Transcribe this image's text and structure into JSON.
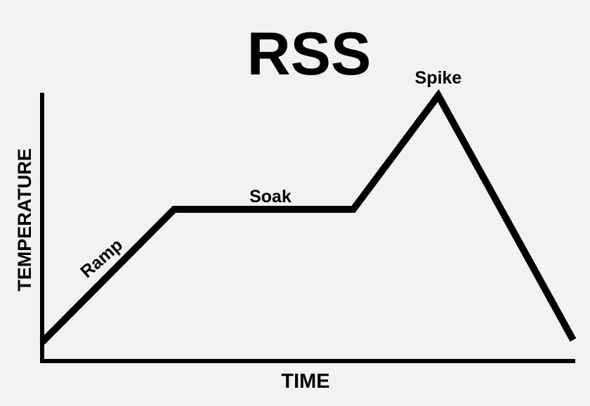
{
  "diagram": {
    "title": "RSS",
    "x_axis_label": "TIME",
    "y_axis_label": "TEMPERATURE",
    "phases": {
      "ramp": "Ramp",
      "soak": "Soak",
      "spike": "Spike"
    },
    "colors": {
      "background": "#f2f2f2",
      "line": "#000000"
    }
  }
}
